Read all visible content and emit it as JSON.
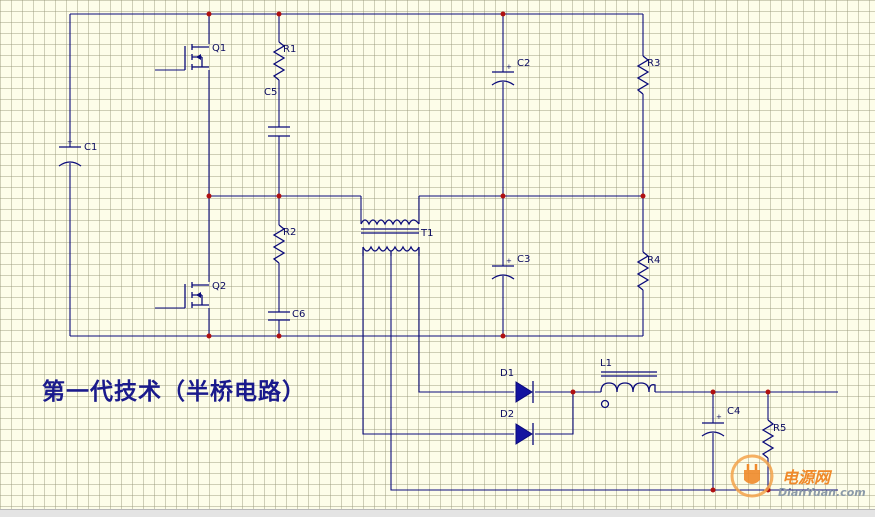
{
  "title": "第一代技术（半桥电路）",
  "components": {
    "q1": "Q1",
    "q2": "Q2",
    "c1": "C1",
    "c2": "C2",
    "c3": "C3",
    "c4": "C4",
    "c5": "C5",
    "c6": "C6",
    "r1": "R1",
    "r2": "R2",
    "r3": "R3",
    "r4": "R4",
    "r5": "R5",
    "t1": "T1",
    "d1": "D1",
    "d2": "D2",
    "l1": "L1"
  },
  "polarity_mark": "+",
  "watermark": {
    "cn": "电源网",
    "en": "DianYuan.com"
  },
  "colors": {
    "wire": "#0a0a7a",
    "junction": "#b01010",
    "grid_bg": "#fdfde9",
    "title": "#1a1a8c",
    "watermark": "#f08a2a"
  }
}
